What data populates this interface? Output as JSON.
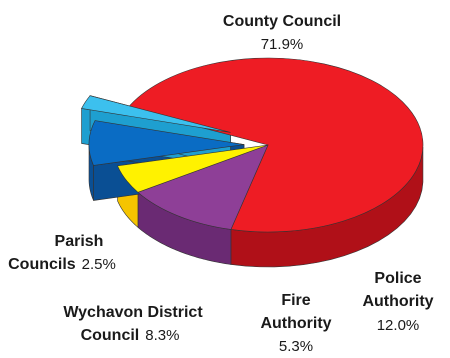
{
  "chart_data": {
    "type": "pie",
    "title": "",
    "slices": [
      {
        "name": "County Council",
        "name_lines": [
          "County Council"
        ],
        "value": 71.9,
        "value_label": "71.9%",
        "color": "#ee1c24",
        "side_color": "#b01018",
        "exploded": false
      },
      {
        "name": "Police Authority",
        "name_lines": [
          "Police",
          "Authority"
        ],
        "value": 12.0,
        "value_label": "12.0%",
        "color": "#8e3f97",
        "side_color": "#6a2a73",
        "exploded": false
      },
      {
        "name": "Fire Authority",
        "name_lines": [
          "Fire",
          "Authority"
        ],
        "value": 5.3,
        "value_label": "5.3%",
        "color": "#fff200",
        "side_color": "#f5c400",
        "exploded": false
      },
      {
        "name": "Wychavon District Council",
        "name_lines": [
          "Wychavon District",
          "Council"
        ],
        "value": 8.3,
        "value_label": "8.3%",
        "color": "#0a6cc4",
        "side_color": "#0a4f94",
        "exploded": true
      },
      {
        "name": "Parish Councils",
        "name_lines": [
          "Parish",
          "Councils"
        ],
        "value": 2.5,
        "value_label": "2.5%",
        "color": "#3cc0ee",
        "side_color": "#1e9fd0",
        "exploded": true
      }
    ]
  }
}
